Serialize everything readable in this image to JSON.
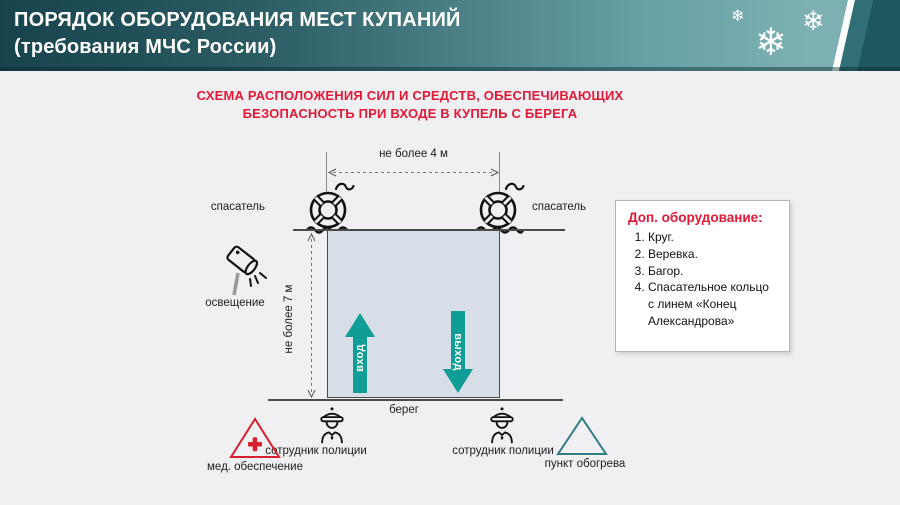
{
  "header": {
    "title_line1": "ПОРЯДОК ОБОРУДОВАНИЯ МЕСТ КУПАНИЙ",
    "title_line2": "(требования МЧС России)",
    "snowflake": "❄"
  },
  "subtitle": {
    "line1": "СХЕМА РАСПОЛОЖЕНИЯ СИЛ И СРЕДСТВ, ОБЕСПЕЧИВАЮЩИХ",
    "line2": "БЕЗОПАСНОСТЬ ПРИ ВХОДЕ В КУПЕЛЬ С БЕРЕГА"
  },
  "diagram": {
    "width_dimension": "не более 4 м",
    "height_dimension": "не более 7 м",
    "rescuer_left": "спасатель",
    "rescuer_right": "спасатель",
    "lighting": "освещение",
    "entry_arrow": "вход",
    "exit_arrow": "выход",
    "shore": "берег",
    "police_left": "сотрудник полиции",
    "police_right": "сотрудник полиции",
    "medical": "мед. обеспечение",
    "warming": "пункт обогрева"
  },
  "equipment_box": {
    "title": "Доп. оборудование:",
    "items": [
      "Круг.",
      "Веревка.",
      "Багор.",
      "Спасательное кольцо с линем «Конец Александрова»"
    ]
  },
  "colors": {
    "header_teal_dark": "#17434d",
    "header_teal_light": "#7db0b3",
    "accent_red": "#e31837",
    "arrow_teal": "#0f9d96",
    "pool_fill": "#d7dee8",
    "warming_triangle": "#2e7d82",
    "background": "#f0f0f2"
  }
}
